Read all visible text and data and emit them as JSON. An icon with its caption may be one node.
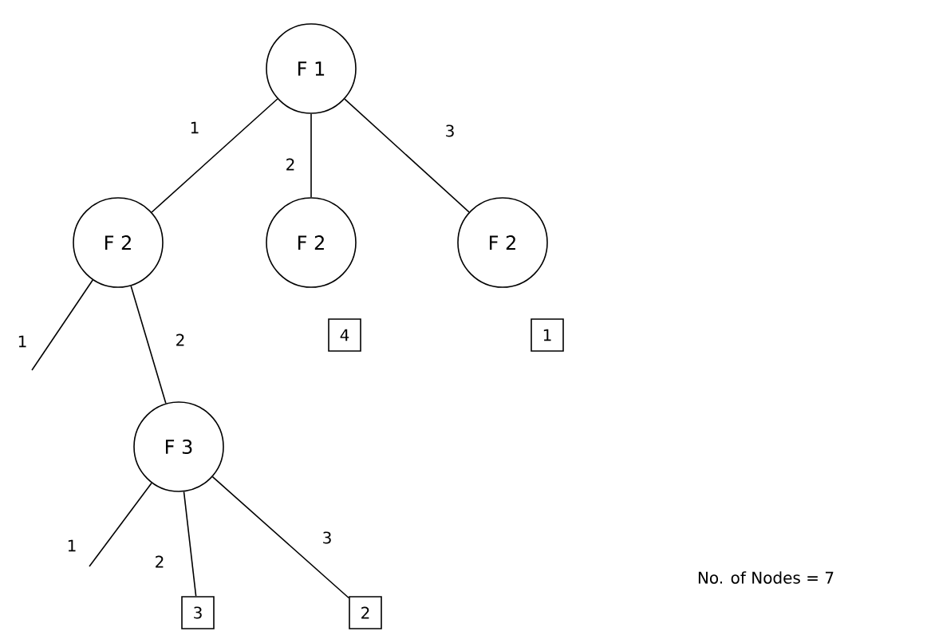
{
  "diagram": {
    "nodes": [
      {
        "text": [
          "F 1"
        ]
      },
      {
        "text": [
          "F 2"
        ]
      },
      {
        "text": [
          "F 2"
        ]
      },
      {
        "text": [
          "F 2"
        ]
      },
      {
        "text": [
          "4"
        ]
      },
      {
        "text": [
          "1"
        ]
      },
      {
        "text": [
          "F 3"
        ]
      },
      {
        "text": [
          "3"
        ]
      },
      {
        "text": [
          "2"
        ]
      }
    ],
    "edges": [
      {
        "from": 0,
        "to": 1,
        "arrow": "none",
        "label": "1"
      },
      {
        "from": 0,
        "to": 2,
        "arrow": "none",
        "label": "2"
      },
      {
        "from": 0,
        "to": 3,
        "arrow": "none",
        "label": "3"
      },
      {
        "from": 1,
        "to": null,
        "arrow": "none",
        "label": "1"
      },
      {
        "from": 1,
        "to": 6,
        "arrow": "none",
        "label": "2"
      },
      {
        "from": 6,
        "to": null,
        "arrow": "none",
        "label": "1"
      },
      {
        "from": 6,
        "to": 7,
        "arrow": "none",
        "label": "2"
      },
      {
        "from": 6,
        "to": 8,
        "arrow": "none",
        "label": "3"
      }
    ],
    "labels": [
      "No. of Nodes = 7"
    ]
  }
}
